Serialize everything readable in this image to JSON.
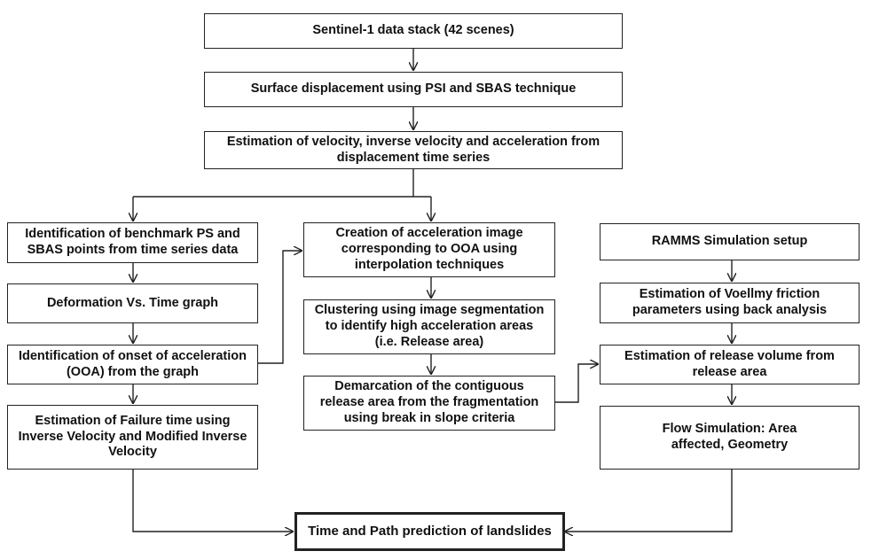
{
  "nodes": {
    "sentinel": "Sentinel-1 data stack (42 scenes)",
    "surface": "Surface displacement using PSI and SBAS  technique",
    "estimation_velocity": "Estimation of  velocity, inverse velocity and acceleration from\ndisplacement time series",
    "identification_benchmark": "Identification of benchmark PS and\nSBAS points from time series data",
    "deformation": "Deformation Vs. Time graph",
    "identification_onset": "Identification of onset of acceleration\n(OOA) from the graph",
    "failure_time": "Estimation of Failure time using\nInverse Velocity and Modified Inverse\nVelocity",
    "acceleration_image": "Creation of acceleration image\ncorresponding to OOA using\ninterpolation techniques",
    "clustering": "Clustering using image segmentation\nto identify high acceleration areas\n(i.e. Release area)",
    "demarcation": "Demarcation of the contiguous\nrelease area from the fragmentation\nusing break in slope criteria",
    "ramms": "RAMMS Simulation setup",
    "voellmy": "Estimation of Voellmy friction\nparameters using back analysis",
    "release_volume": "Estimation of  release volume from\nrelease area",
    "flow_simulation": "Flow Simulation: Area\naffected, Geometry",
    "final": "Time and Path prediction of landslides"
  }
}
